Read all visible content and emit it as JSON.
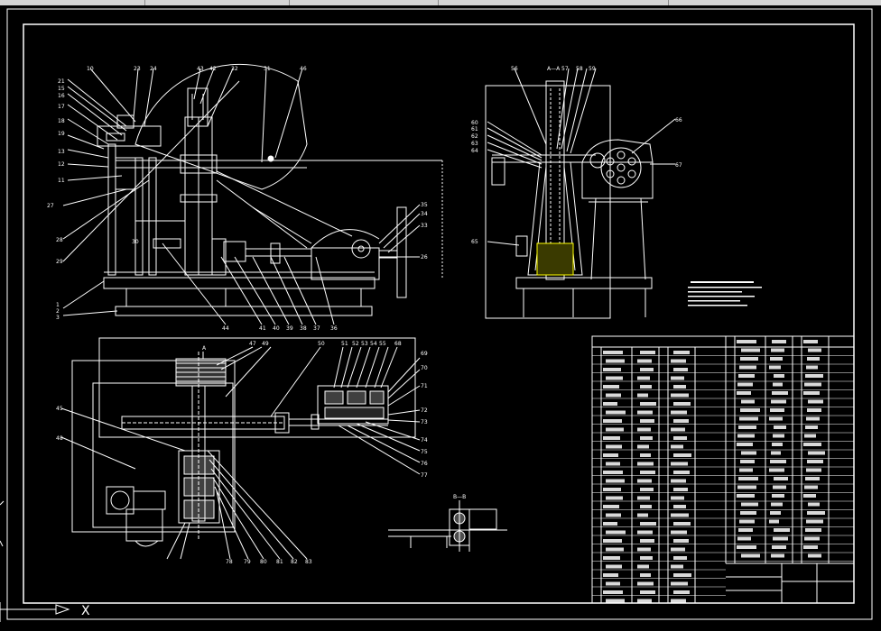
{
  "section_marks": {
    "a_a": "A—A",
    "b_b": "B—B",
    "a": "A"
  },
  "ucs": {
    "x_axis": "X"
  },
  "balloons_front": [
    "21",
    "15",
    "16",
    "17",
    "18",
    "19",
    "13",
    "12",
    "11",
    "10",
    "23",
    "24",
    "43",
    "42",
    "32",
    "31",
    "46"
  ],
  "balloons_front_bottom": [
    "1",
    "2",
    "3",
    "44",
    "41",
    "40",
    "39",
    "38",
    "37",
    "36",
    "35",
    "34",
    "33",
    "26",
    "27",
    "28",
    "29",
    "30"
  ],
  "balloons_side": [
    "56",
    "57",
    "58",
    "59",
    "60",
    "61",
    "62",
    "63",
    "64",
    "65",
    "66",
    "67"
  ],
  "balloons_plan": [
    "45",
    "48",
    "47",
    "49",
    "50",
    "51",
    "52",
    "53",
    "54",
    "55",
    "68",
    "69",
    "70",
    "71",
    "72",
    "73",
    "74",
    "75",
    "76",
    "77",
    "78",
    "79",
    "80",
    "81",
    "82",
    "83"
  ],
  "bom": {
    "materials": [
      "HT200",
      "45",
      "Q235",
      "HT150",
      "40Cr",
      "Q235-A",
      "65Mn"
    ]
  },
  "colors": {
    "background": "#000000",
    "lines": "#ffffff",
    "accent": "#ffff00"
  }
}
